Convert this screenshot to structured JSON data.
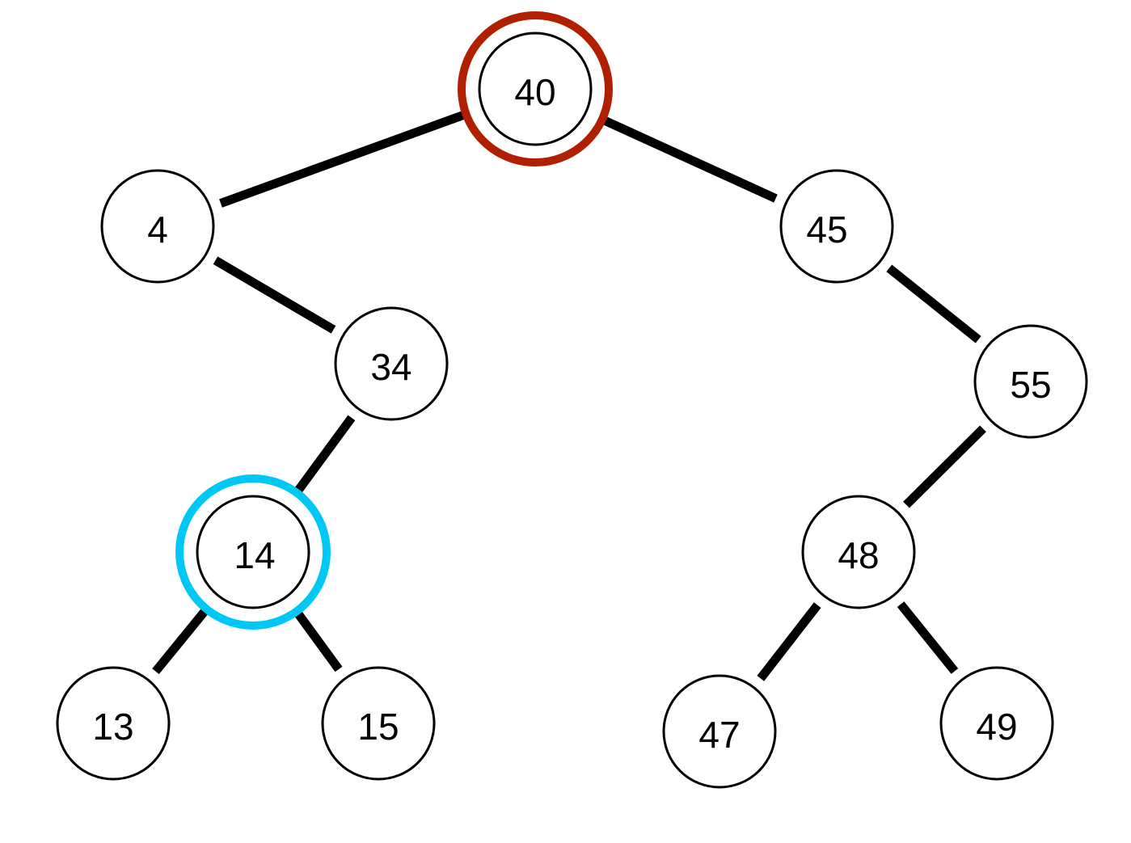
{
  "tree": {
    "nodes": [
      {
        "id": "n40",
        "label": "40",
        "highlight": "root"
      },
      {
        "id": "n4",
        "label": "4"
      },
      {
        "id": "n45",
        "label": "45"
      },
      {
        "id": "n34",
        "label": "34"
      },
      {
        "id": "n55",
        "label": "55"
      },
      {
        "id": "n14",
        "label": "14",
        "highlight": "current"
      },
      {
        "id": "n48",
        "label": "48"
      },
      {
        "id": "n13",
        "label": "13"
      },
      {
        "id": "n15",
        "label": "15"
      },
      {
        "id": "n47",
        "label": "47"
      },
      {
        "id": "n49",
        "label": "49"
      }
    ],
    "edges": [
      {
        "from": "n40",
        "to": "n4"
      },
      {
        "from": "n40",
        "to": "n45"
      },
      {
        "from": "n4",
        "to": "n34"
      },
      {
        "from": "n45",
        "to": "n55"
      },
      {
        "from": "n34",
        "to": "n14"
      },
      {
        "from": "n55",
        "to": "n48"
      },
      {
        "from": "n14",
        "to": "n13"
      },
      {
        "from": "n14",
        "to": "n15"
      },
      {
        "from": "n48",
        "to": "n47"
      },
      {
        "from": "n48",
        "to": "n49"
      }
    ]
  },
  "colors": {
    "root_ring": "#b01f00",
    "current_ring": "#00c8f5",
    "edge": "#000000",
    "node_stroke": "#000000",
    "node_fill": "#ffffff"
  }
}
